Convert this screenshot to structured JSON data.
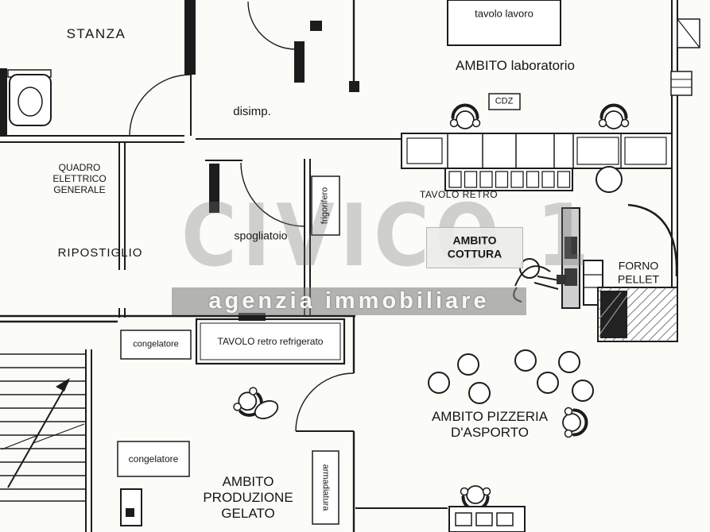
{
  "watermark": {
    "brand": "CIVICO 1",
    "tagline": "agenzia immobiliare"
  },
  "labels": {
    "stanza": "STANZA",
    "tavolo_lavoro": "tavolo lavoro",
    "ambito_laboratorio": "AMBITO laboratorio",
    "cdz": "CDZ",
    "disimp": "disimp.",
    "quadro_elettrico": "QUADRO\nELETTRICO\nGENERALE",
    "tavolo_retro": "TAVOLO RETRO",
    "ripostiglio": "RIPOSTIGLIO",
    "spogliatoio": "spogliatoio",
    "frigorifero": "frigorifero",
    "ambito_cottura": "AMBITO\nCOTTURA",
    "forno_pellet": "FORNO\nPELLET",
    "congelatore_top": "congelatore",
    "tavolo_retro_refrigerato": "TAVOLO retro refrigerato",
    "ambito_pizzeria": "AMBITO PIZZERIA\nD'ASPORTO",
    "congelatore_bottom": "congelatore",
    "ambito_produzione_gelato": "AMBITO\nPRODUZIONE\nGELATO",
    "armadiatura": "armadiatura"
  },
  "colors": {
    "ink": "#1c1c1c",
    "paper": "#fbfbf8",
    "watermark_gray": "#8a8a8a",
    "band_gray": "#9b9b9b"
  }
}
